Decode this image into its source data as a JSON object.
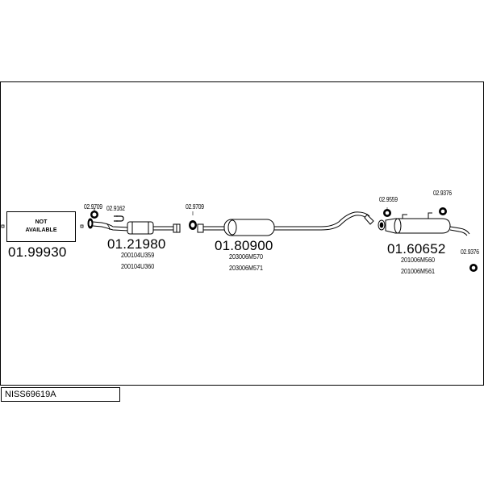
{
  "not_available": {
    "line1": "NOT",
    "line2": "AVAILABLE",
    "part_number": "01.99930"
  },
  "front_pipe": {
    "part_number": "01.21980",
    "refs": [
      "200104U359",
      "200104U360"
    ],
    "gasket": "02.9709",
    "clamp": "02.9162"
  },
  "center_muffler": {
    "part_number": "01.80900",
    "refs": [
      "203006M570",
      "203006M571"
    ],
    "gasket": "02.9709"
  },
  "rear_muffler": {
    "part_number": "01.60652",
    "refs": [
      "201006M560",
      "201006M561"
    ],
    "hanger_1": "02.9559",
    "hanger_2": "02.9376",
    "hanger_3": "02.9376"
  },
  "vehicle_code": "NISS69619A"
}
